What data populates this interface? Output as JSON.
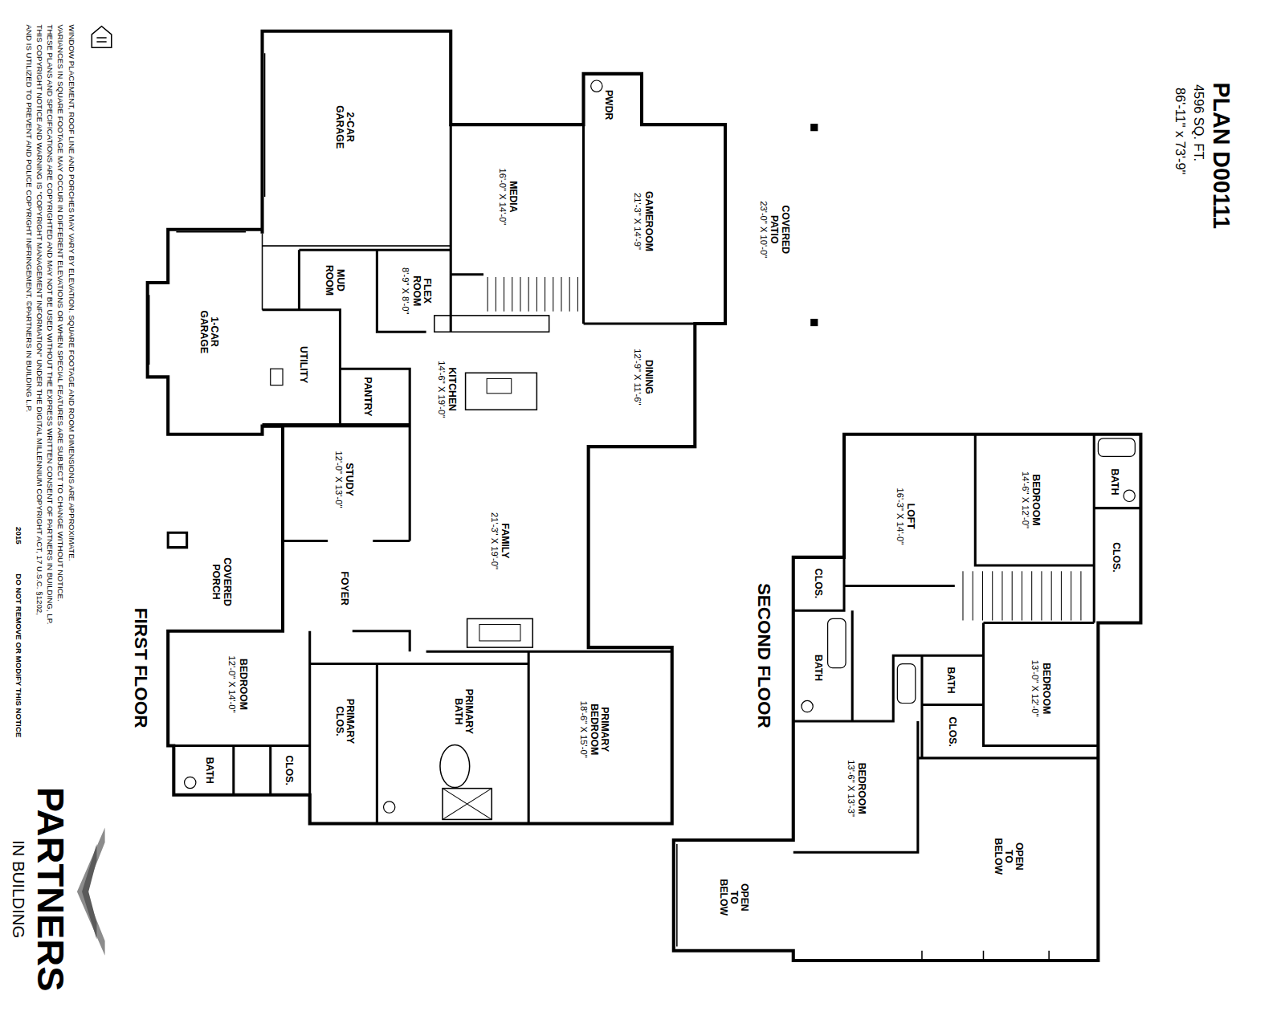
{
  "diagram": {
    "nodes": [
      {
        "text": [
          "2-CAR GARAGE"
        ]
      },
      {
        "text": [
          "PWDR"
        ]
      },
      {
        "text": [
          "MEDIA",
          "16'-0\" X 14'-0\""
        ]
      },
      {
        "text": [
          "GAMEROOM",
          "21'-3\" X 14'-9\""
        ]
      },
      {
        "text": [
          "COVERED PATIO",
          "23'-0\" X 10'-0\""
        ]
      },
      {
        "text": [
          "MUD ROOM"
        ]
      },
      {
        "text": [
          "FLEX ROOM",
          "8'-9\" X 8'-0\""
        ]
      },
      {
        "text": [
          "1-CAR GARAGE"
        ]
      },
      {
        "text": [
          "UTILITY"
        ]
      },
      {
        "text": [
          "PANTRY"
        ]
      },
      {
        "text": [
          "KITCHEN",
          "14'-6\" X 19'-0\""
        ]
      },
      {
        "text": [
          "DINING",
          "12'-9\" X 11'-6\""
        ]
      },
      {
        "text": [
          "STUDY",
          "12'-0\" X 13'-0\""
        ]
      },
      {
        "text": [
          "FAMILY",
          "21'-3\" X 19'-0\""
        ]
      },
      {
        "text": [
          "FOYER"
        ]
      },
      {
        "text": [
          "COVERED PORCH"
        ]
      },
      {
        "text": [
          "BEDROOM",
          "12'-0\" X 14'-0\""
        ]
      },
      {
        "text": [
          "BATH"
        ]
      },
      {
        "text": [
          "CLOS."
        ]
      },
      {
        "text": [
          "PRIMARY CLOS."
        ]
      },
      {
        "text": [
          "PRIMARY BATH"
        ]
      },
      {
        "text": [
          "PRIMARY BEDROOM",
          "18'-6\" X 15'-0\""
        ]
      },
      {
        "text": [
          "LOFT",
          "16'-3\" X 14'-0\""
        ]
      },
      {
        "text": [
          "BEDROOM",
          "14'-6\" X 12'-0\""
        ]
      },
      {
        "text": [
          "BATH"
        ]
      },
      {
        "text": [
          "CLOS."
        ]
      },
      {
        "text": [
          "CLOS."
        ]
      },
      {
        "text": [
          "BATH"
        ]
      },
      {
        "text": [
          "BATH"
        ]
      },
      {
        "text": [
          "CLOS."
        ]
      },
      {
        "text": [
          "BEDROOM",
          "13'-0\" X 12'-0\""
        ]
      },
      {
        "text": [
          "BEDROOM",
          "13'-6\" X 13'-3\""
        ]
      },
      {
        "text": [
          "OPEN TO BELOW"
        ]
      },
      {
        "text": [
          "OPEN TO BELOW"
        ]
      }
    ],
    "labels": [
      "PLAN D00111",
      "4596 SQ. FT.",
      "86'-11\" x 73'-9\"",
      "FIRST FLOOR",
      "SECOND FLOOR",
      "WINDOW PLACEMENT, ROOF LINE AND PORCHES MAY VARY BY ELEVATION. SQUARE FOOTAGE AND ROOM DIMENSIONS ARE APPROXIMATE.",
      "VARIANCES IN SQUARE FOOTAGE MAY OCCUR IN DIFFERENT ELEVATIONS OR WHEN SPECIAL FEATURES ARE SUBJECT TO CHANGE WITHOUT NOTICE.",
      "THESE PLANS AND SPECIFICATIONS ARE COPYRIGHTED AND MAY NOT BE USED WITHOUT THE EXPRESS WRITTEN CONSENT OF PARTNERS IN BUILDING, LP.",
      "THIS COPYRIGHT NOTICE AND WARNING IS \"COPYRIGHT MANAGEMENT INFORMATION\" UNDER THE DIGITAL MILLENNIUM COPYRIGHT ACT, 17 U.S.C. §1202,",
      "AND IS UTILIZED TO PREVENT AND POLICE COPYRIGHT INFRINGEMENT. ©PARTNERS IN BUILDING L.P.",
      "2015",
      "DO NOT REMOVE OR MODIFY THIS NOTICE",
      "PARTNERS",
      "IN BUILDING"
    ]
  }
}
